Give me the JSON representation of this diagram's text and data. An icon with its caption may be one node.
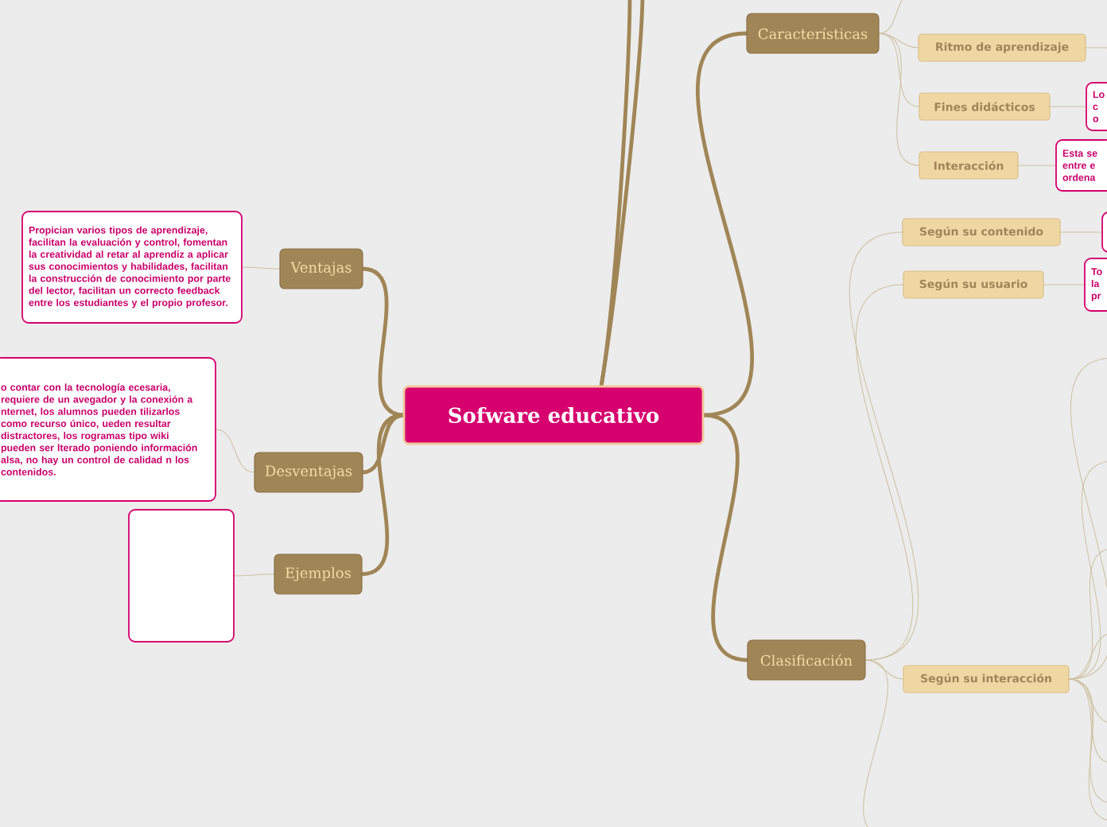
{
  "diagram": {
    "nodes": [
      {
        "text": [
          "Sofware educativo"
        ]
      },
      {
        "text": [
          "Características"
        ]
      },
      {
        "text": [
          "Ritmo de aprendizaje"
        ]
      },
      {
        "text": [
          "Fines didácticos"
        ]
      },
      {
        "text": [
          "Interacción"
        ]
      },
      {
        "text": [
          "Lo c o"
        ]
      },
      {
        "text": [
          "Esta se entre e ordena"
        ]
      },
      {
        "text": [
          "Clasificación"
        ]
      },
      {
        "text": [
          "Según su contenido"
        ]
      },
      {
        "text": [
          "Según su usuario"
        ]
      },
      {
        "text": [
          "Según su interacción"
        ]
      },
      {
        "text": [],
        "shape": "box"
      },
      {
        "text": [
          "To la pr"
        ]
      },
      {
        "text": [
          "Ventajas"
        ]
      },
      {
        "text": [
          "Propician varios tipos de aprendizaje, facilitan la evaluación y control, fomentan la creatividad al retar al aprendiz a aplicar sus conocimientos y habilidades, facilitan la construcción de conocimiento por parte del lector, facilitan un correcto feedback entre los estudiantes y el propio profesor."
        ]
      },
      {
        "text": [
          "Desventajas"
        ]
      },
      {
        "text": [
          "o contar con la tecnología ecesaria, requiere de un avegador y la conexión a nternet, los alumnos pueden tilizarlos como recurso único, ueden resultar distractores, los rogramas tipo wiki pueden ser lterado poniendo información alsa, no hay un control de calidad n los contenidos."
        ]
      },
      {
        "text": [
          "Ejemplos"
        ]
      },
      {
        "text": [],
        "shape": "box"
      }
    ],
    "edges": [
      {
        "from": 0,
        "to": 1,
        "arrow": "none",
        "style": "thick",
        "color": "#a08556"
      },
      {
        "from": 0,
        "to": 7,
        "arrow": "none",
        "style": "thick",
        "color": "#a08556"
      },
      {
        "from": 0,
        "to": 13,
        "arrow": "none",
        "style": "thick",
        "color": "#a08556"
      },
      {
        "from": 0,
        "to": 15,
        "arrow": "none",
        "style": "thick",
        "color": "#a08556"
      },
      {
        "from": 0,
        "to": 17,
        "arrow": "none",
        "style": "thick",
        "color": "#a08556"
      },
      {
        "from": 0,
        "to": null,
        "arrow": "none",
        "style": "thick",
        "color": "#a08556"
      },
      {
        "from": 0,
        "to": null,
        "arrow": "none",
        "style": "thick",
        "color": "#a08556"
      },
      {
        "from": 1,
        "to": null,
        "arrow": "none"
      },
      {
        "from": 1,
        "to": 2,
        "arrow": "none"
      },
      {
        "from": 1,
        "to": 3,
        "arrow": "none"
      },
      {
        "from": 1,
        "to": 4,
        "arrow": "none"
      },
      {
        "from": 2,
        "to": null,
        "arrow": "none"
      },
      {
        "from": 3,
        "to": 5,
        "arrow": "none"
      },
      {
        "from": 4,
        "to": 6,
        "arrow": "none"
      },
      {
        "from": 13,
        "to": 14,
        "arrow": "none"
      },
      {
        "from": 15,
        "to": 16,
        "arrow": "none"
      },
      {
        "from": 17,
        "to": 18,
        "arrow": "none"
      },
      {
        "from": 7,
        "to": 8,
        "arrow": "none"
      },
      {
        "from": 7,
        "to": 9,
        "arrow": "none"
      },
      {
        "from": 7,
        "to": 10,
        "arrow": "none"
      },
      {
        "from": 7,
        "to": null,
        "arrow": "none"
      },
      {
        "from": 8,
        "to": 11,
        "arrow": "none"
      },
      {
        "from": 9,
        "to": 12,
        "arrow": "none"
      },
      {
        "from": 10,
        "to": null,
        "arrow": "none"
      },
      {
        "from": 10,
        "to": null,
        "arrow": "none"
      },
      {
        "from": 10,
        "to": null,
        "arrow": "none"
      },
      {
        "from": 10,
        "to": null,
        "arrow": "none"
      },
      {
        "from": 10,
        "to": null,
        "arrow": "none"
      },
      {
        "from": 10,
        "to": null,
        "arrow": "none"
      },
      {
        "from": 10,
        "to": null,
        "arrow": "none"
      },
      {
        "from": 10,
        "to": null,
        "arrow": "none"
      }
    ]
  }
}
